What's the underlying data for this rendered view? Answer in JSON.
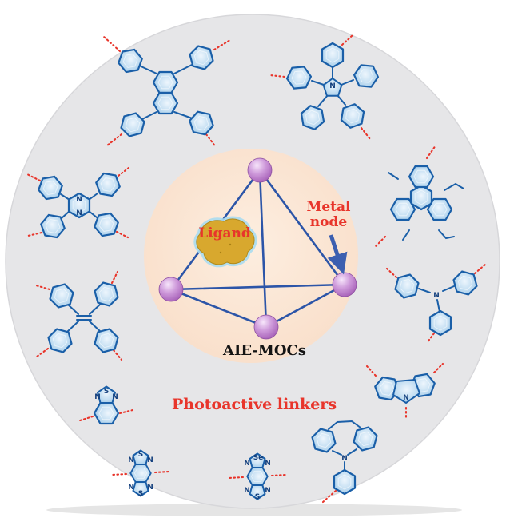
{
  "scene": {
    "labels": {
      "ligand": "Ligand",
      "metal_node_line1": "Metal",
      "metal_node_line2": "node",
      "cage_caption": "AIE-MOCs",
      "bottom_caption": "Photoactive linkers"
    },
    "atoms": {
      "n": "N",
      "s": "S",
      "se": "Se"
    },
    "colors": {
      "outer_circle": "#e6e6e8",
      "inner_circle": "#fae3d0",
      "ring_fill": "#c3def2",
      "ring_stroke": "#1a5fa8",
      "linker_dotted": "#e8352b",
      "cage_edge": "#2c55a8",
      "metal_sphere": "#bb7fcb",
      "ligand_blob": "#d8a82e",
      "blob_glow": "#aadcf0",
      "label_red": "#e8352b",
      "caption_dark": "#141414"
    }
  }
}
